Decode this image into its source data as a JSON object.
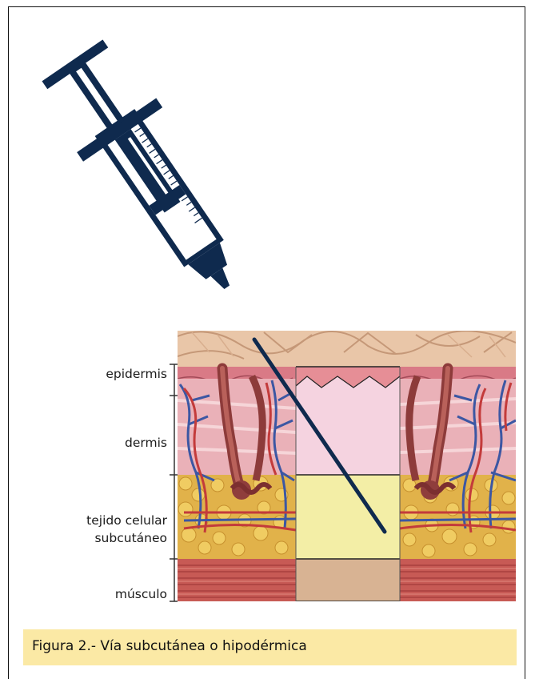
{
  "labels": {
    "epidermis": "epidermis",
    "dermis": "dermis",
    "subcutaneous_line1": "tejido celular",
    "subcutaneous_line2": "subcutáneo",
    "muscle": "músculo"
  },
  "caption": "Figura 2.- Vía subcutánea o hipodérmica",
  "colors": {
    "syringe": "#0f2a4e",
    "epidermis_inset": "#e68e96",
    "dermis_inset": "#f5d3e0",
    "subcutaneous_inset": "#f3eea6",
    "muscle_inset": "#d8b393",
    "caption_bg": "#fbe9a5"
  }
}
